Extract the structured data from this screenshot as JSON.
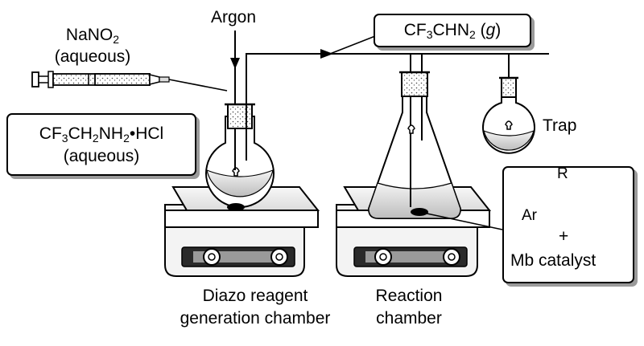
{
  "labels": {
    "argon": "Argon",
    "nano2_formula": "NaNO",
    "nano2_sub": "2",
    "nano2_phase": "(aqueous)",
    "amine_p1": "CF",
    "amine_sub1": "3",
    "amine_p2": "CH",
    "amine_sub2": "2",
    "amine_p3": "NH",
    "amine_sub3": "2",
    "amine_p4": "•HCl",
    "amine_phase": "(aqueous)",
    "gas_p1": "CF",
    "gas_sub1": "3",
    "gas_p2": "CHN",
    "gas_sub2": "2",
    "gas_open": " (",
    "gas_state": "g",
    "gas_close": ")",
    "trap": "Trap",
    "alkene_r": "R",
    "alkene_ar": "Ar",
    "plus": "+",
    "catalyst": "Mb catalyst",
    "chamber1_line1": "Diazo reagent",
    "chamber1_line2": "generation chamber",
    "chamber2_line1": "Reaction",
    "chamber2_line2": "chamber"
  },
  "colors": {
    "line": "#000000",
    "box_shadow": "#9a9a9a",
    "plate_base": "#eeeeee",
    "plate_top": "#f2f2f2",
    "liquid": "#dcdcdc",
    "glass": "#ffffff",
    "stopper_dots": "#555555"
  }
}
